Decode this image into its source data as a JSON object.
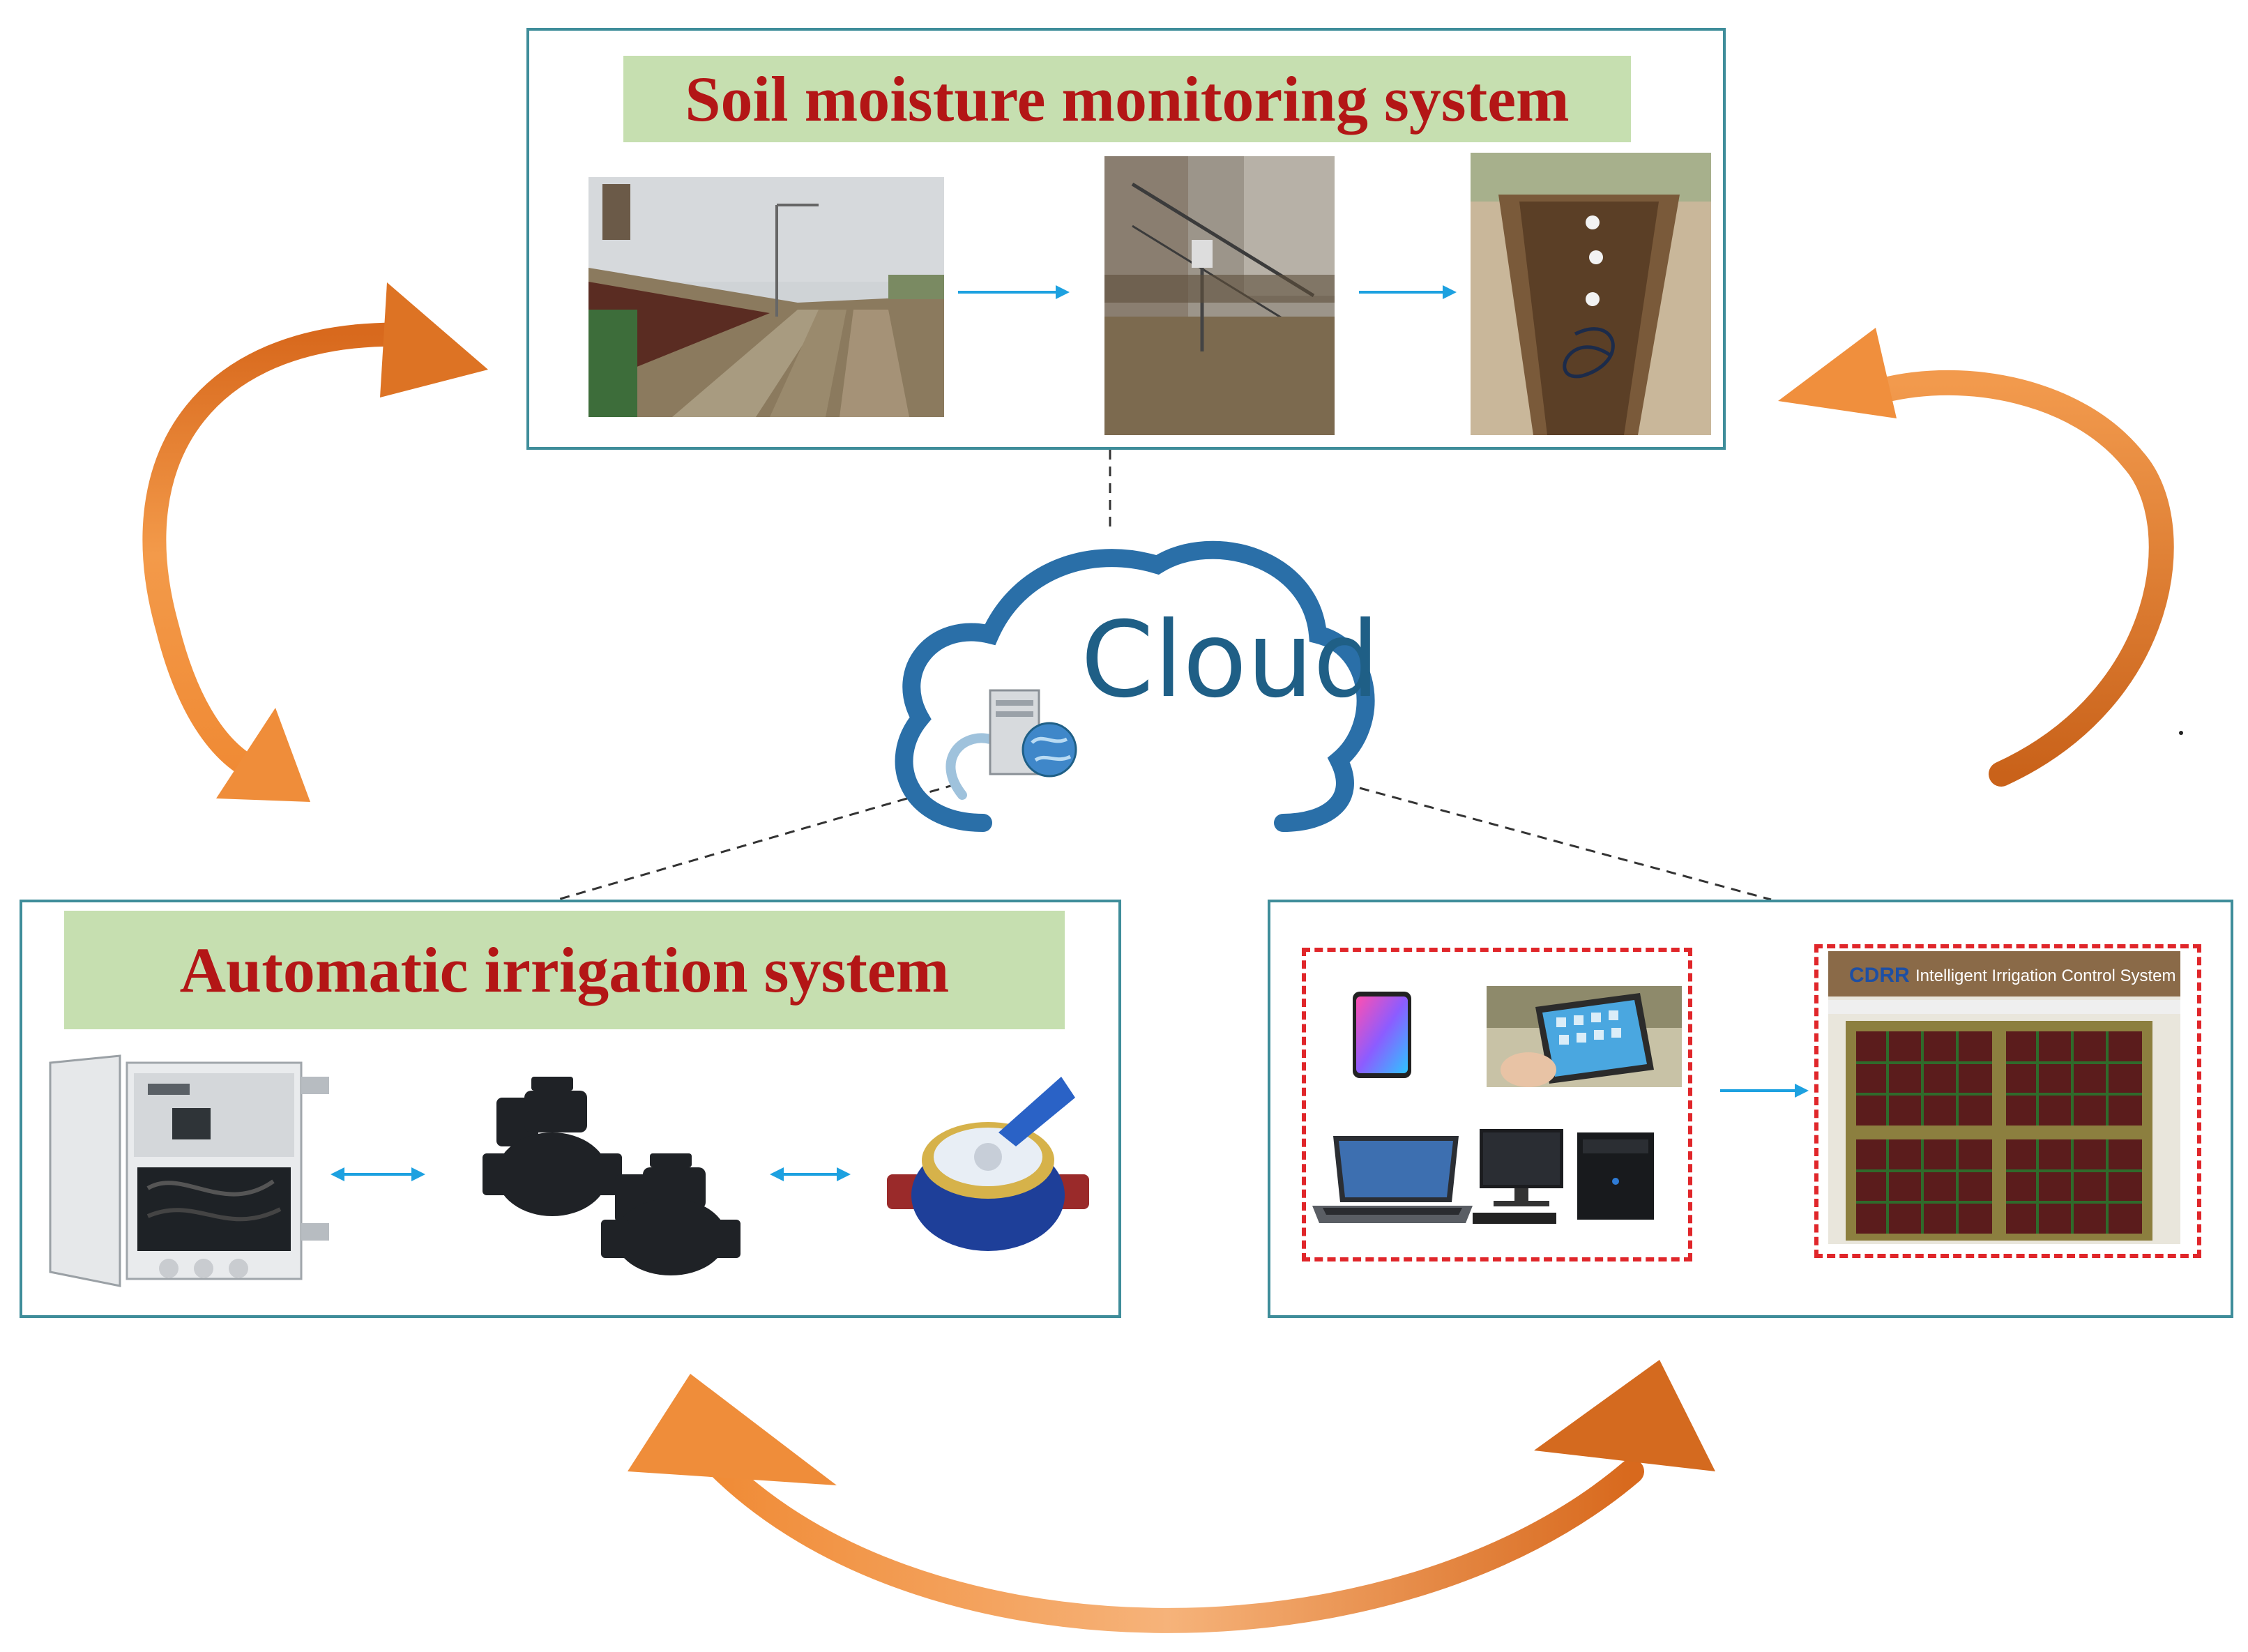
{
  "top_panel": {
    "title": "Soil moisture monitoring system"
  },
  "cloud": {
    "label": "Cloud"
  },
  "left_panel": {
    "title": "Automatic irrigation system"
  },
  "right_panel": {
    "app_logo": "CDRR",
    "app_title": "Intelligent Irrigation Control System (ICS)"
  },
  "colors": {
    "panel_border": "#3f8d9a",
    "title_bg": "#c6dfb0",
    "title_text": "#b31616",
    "cycle_arrow": "#e27a2a",
    "flow_arrow": "#1da1e0",
    "device_frame": "#e0262a",
    "cloud": "#2a6fa8"
  },
  "icons": [
    "server-globe-icon",
    "smartphone-icon",
    "tablet-icon",
    "laptop-icon",
    "desktop-computer-icon",
    "solenoid-valve-icon",
    "water-meter-icon",
    "controller-box-icon"
  ]
}
